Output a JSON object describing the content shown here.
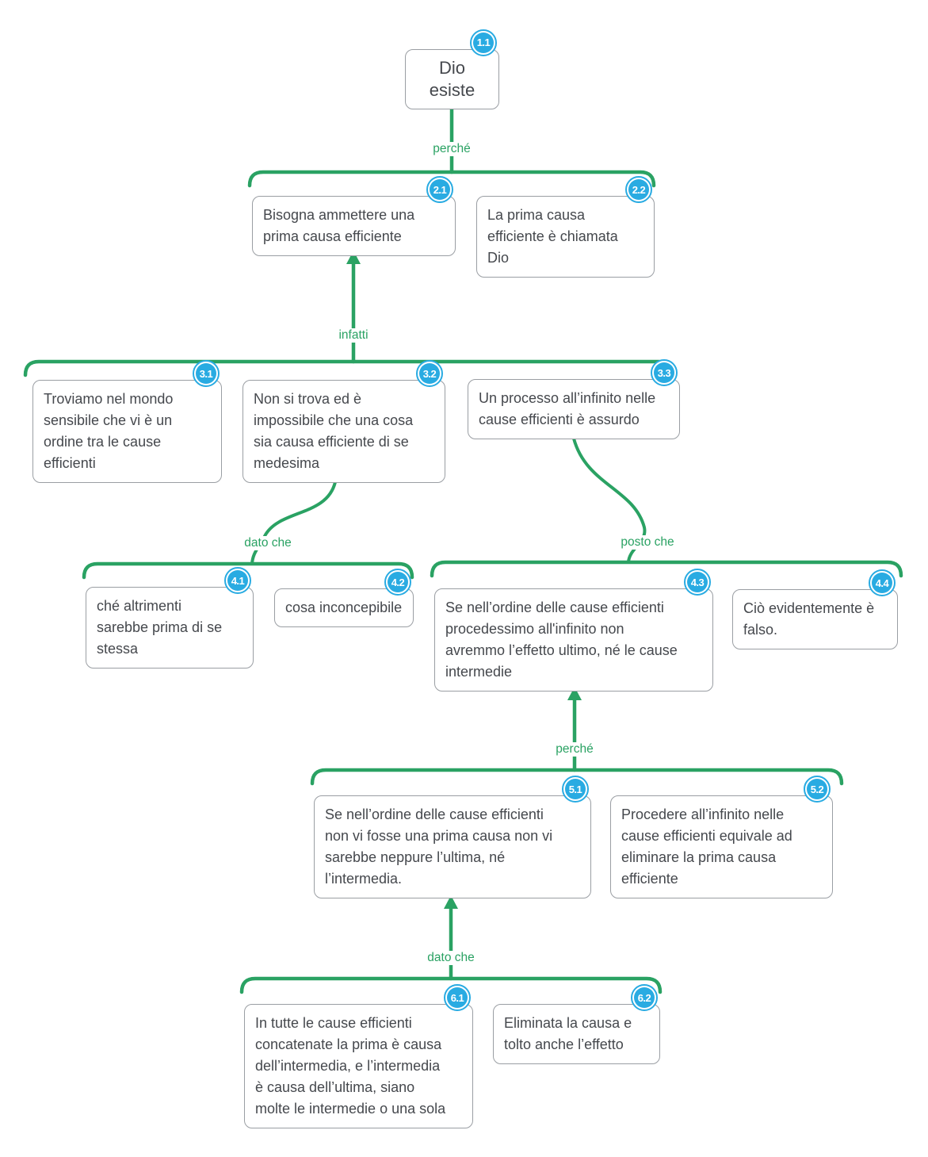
{
  "colors": {
    "green": "#2aa263",
    "blue": "#29abe2",
    "border": "#9a9ea3",
    "text": "#45484d"
  },
  "nodes": [
    {
      "id": "1.1",
      "text": "Dio esiste"
    },
    {
      "id": "2.1",
      "text": "Bisogna ammettere una\nprima causa efficiente"
    },
    {
      "id": "2.2",
      "text": "La prima causa\nefficiente è chiamata\nDio"
    },
    {
      "id": "3.1",
      "text": "Troviamo nel mondo\nsensibile che vi è un\nordine tra le cause\nefficienti"
    },
    {
      "id": "3.2",
      "text": "Non si trova ed è\nimpossibile che una cosa\nsia causa efficiente di se\nmedesima"
    },
    {
      "id": "3.3",
      "text": "Un processo all’infinito nelle\ncause efficienti è assurdo"
    },
    {
      "id": "4.1",
      "text": "ché altrimenti\nsarebbe prima di se\nstessa"
    },
    {
      "id": "4.2",
      "text": "cosa inconcepibile"
    },
    {
      "id": "4.3",
      "text": "Se nell’ordine delle cause efficienti\nprocedessimo all'infinito non\navremmo l’effetto ultimo, né le cause\nintermedie"
    },
    {
      "id": "4.4",
      "text": "Ciò evidentemente è\nfalso."
    },
    {
      "id": "5.1",
      "text": "Se nell’ordine delle cause efficienti\nnon vi fosse una prima causa non vi\nsarebbe neppure l’ultima, né\nl’intermedia."
    },
    {
      "id": "5.2",
      "text": "Procedere all’infinito nelle\ncause efficienti equivale ad\neliminare la prima causa\nefficiente"
    },
    {
      "id": "6.1",
      "text": "In tutte le cause efficienti\nconcatenate la prima è causa\ndell’intermedia, e l’intermedia\nè causa dell’ultima, siano\nmolte le intermedie o una sola"
    },
    {
      "id": "6.2",
      "text": "Eliminata la causa e\ntolto anche l’effetto"
    }
  ],
  "labels": [
    {
      "text": "perché"
    },
    {
      "text": "infatti"
    },
    {
      "text": "dato che"
    },
    {
      "text": "posto che"
    },
    {
      "text": "perché"
    },
    {
      "text": "dato che"
    }
  ]
}
